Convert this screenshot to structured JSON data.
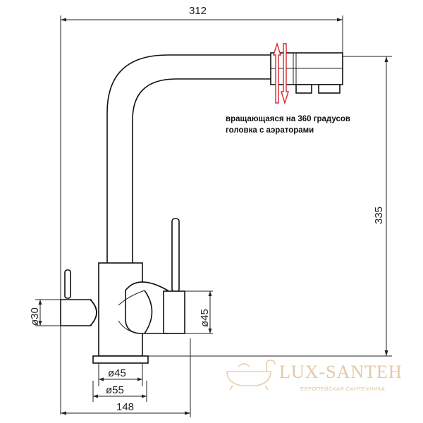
{
  "dimensions": {
    "width_top": "312",
    "height_right": "335",
    "dia_left": "ø30",
    "dia_right": "ø45",
    "dia_base_inner": "ø45",
    "dia_base_outer": "ø55",
    "width_bottom": "148"
  },
  "note": {
    "line1": "вращающаяся на 360 градусов",
    "line2": "головка с аэраторами"
  },
  "watermark": {
    "brand": "LUX-SANTEH",
    "tagline": "ЕВРОПЕЙСКАЯ САНТЕХНИКА"
  },
  "colors": {
    "arrow": "#d8262b",
    "watermark": "#e3c9a4",
    "line": "#222222"
  }
}
